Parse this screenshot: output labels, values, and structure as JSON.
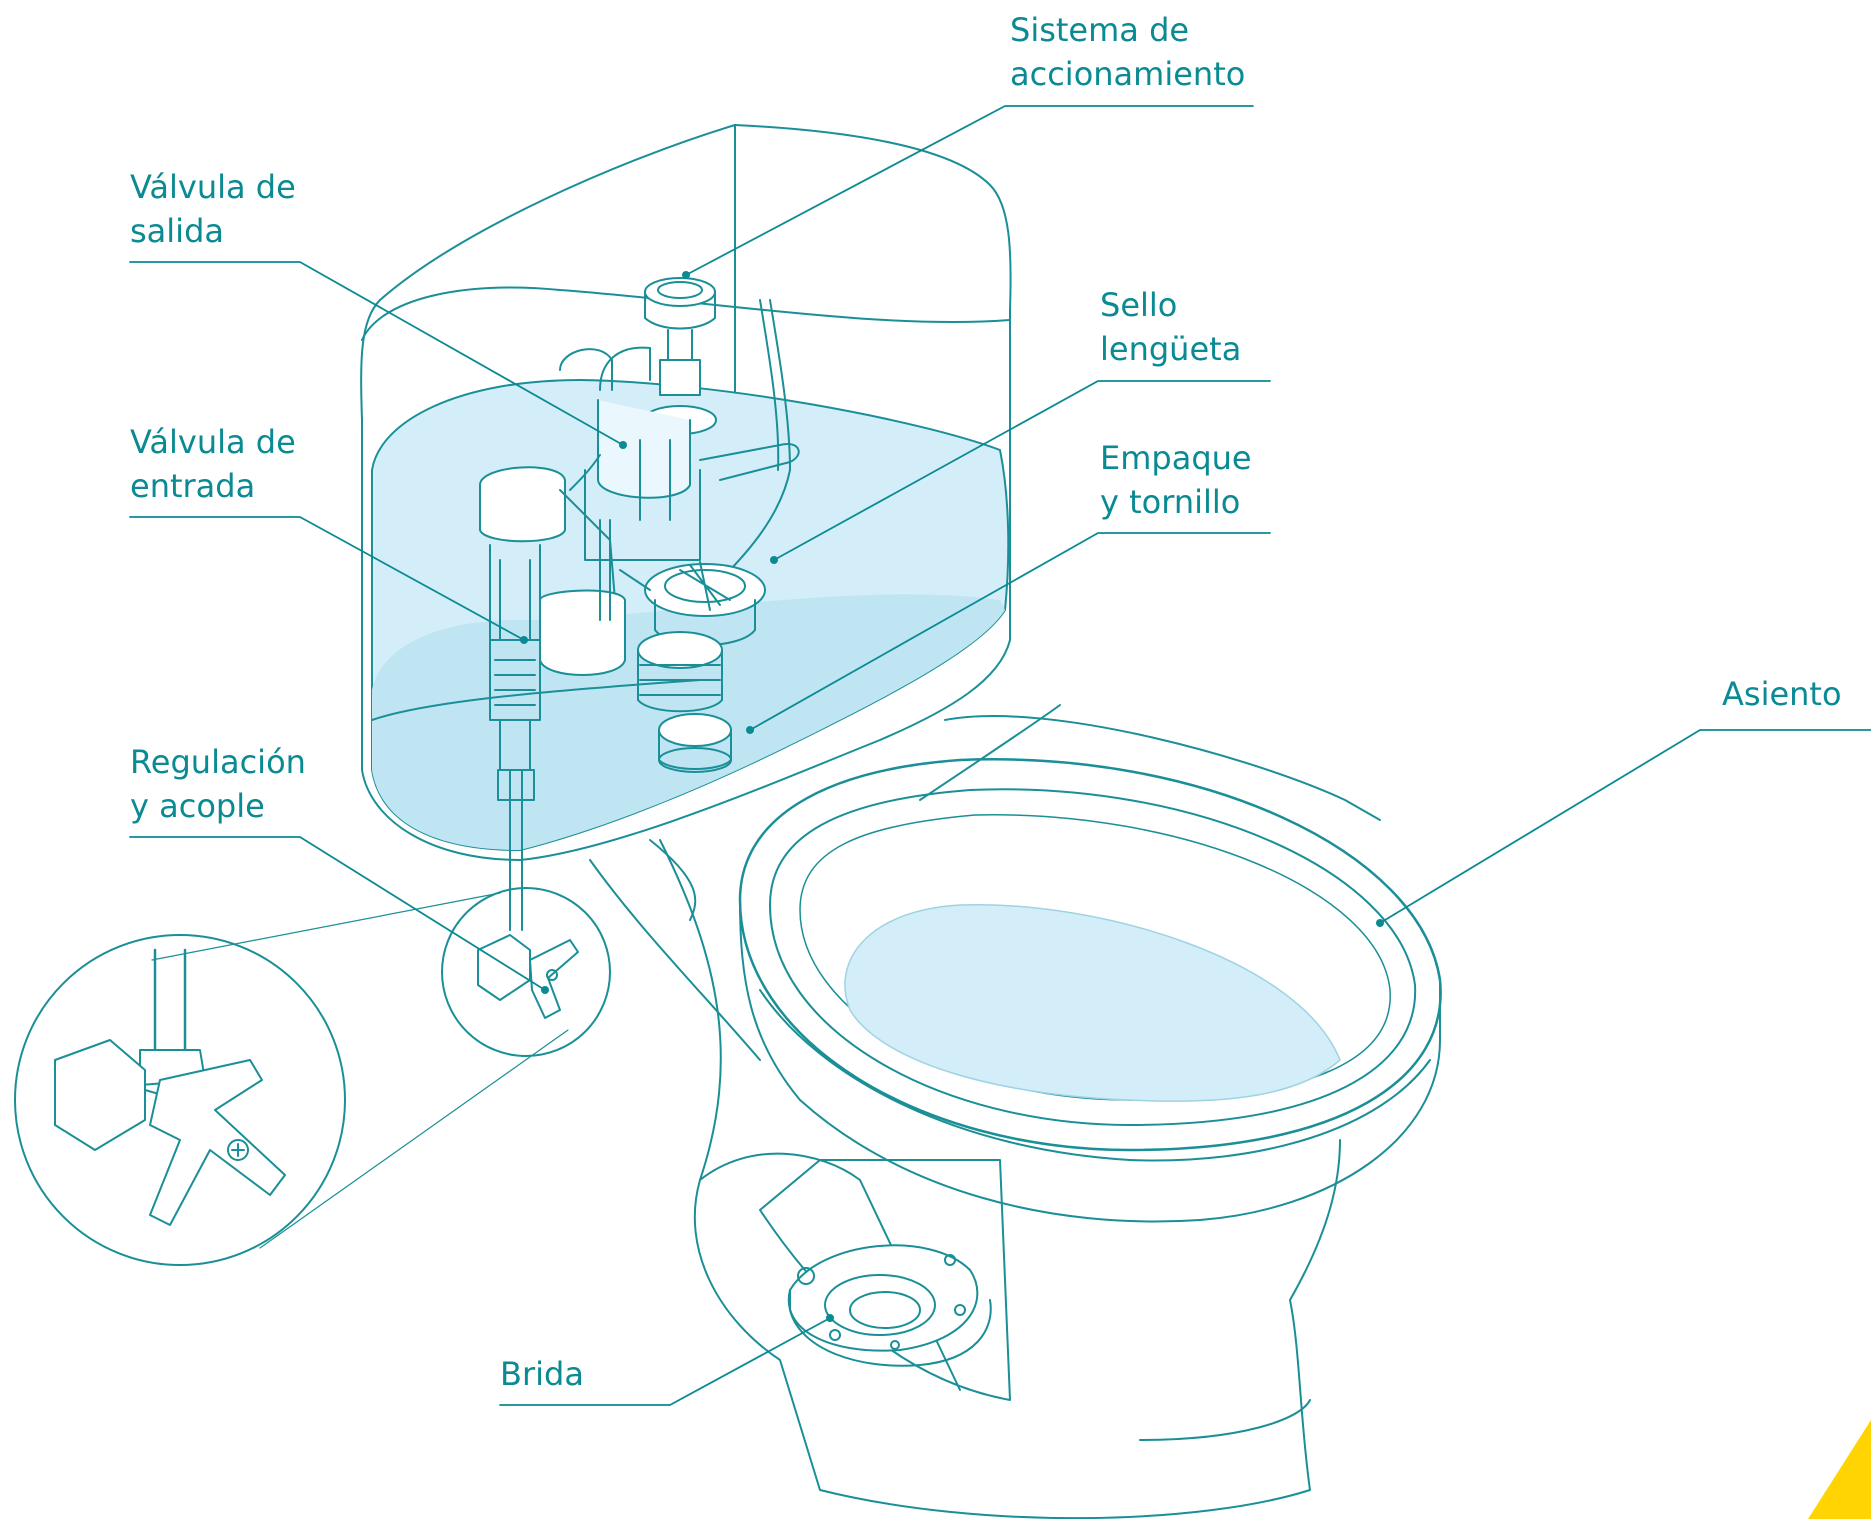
{
  "labels": {
    "sistema": {
      "line1": "Sistema de",
      "line2": "accionamiento"
    },
    "valvula_salida": {
      "line1": "Válvula de",
      "line2": "salida"
    },
    "sello": {
      "line1": "Sello",
      "line2": "lengüeta"
    },
    "valvula_entrada": {
      "line1": "Válvula de",
      "line2": "entrada"
    },
    "empaque": {
      "line1": "Empaque",
      "line2": "y tornillo"
    },
    "asiento": {
      "line1": "Asiento"
    },
    "regulacion": {
      "line1": "Regulación",
      "line2": "y acople"
    },
    "brida": {
      "line1": "Brida"
    }
  },
  "colors": {
    "line": "#0a8a93",
    "outline": "#1a8f97",
    "water": "#d3eef8",
    "water_dark": "#bfe5f3",
    "accent": "#ffd400"
  }
}
